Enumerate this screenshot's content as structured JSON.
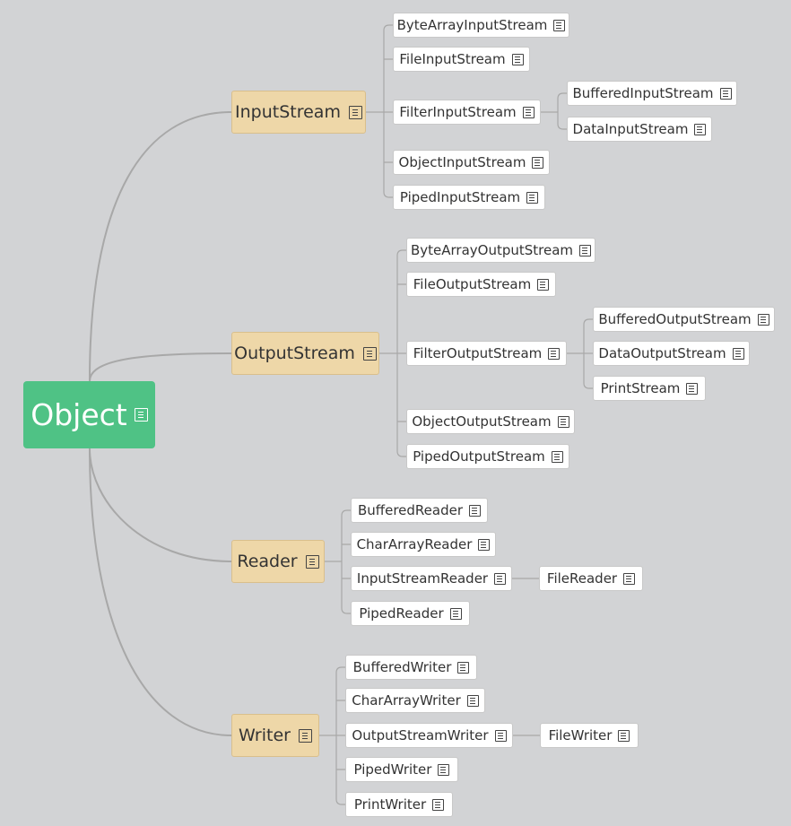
{
  "root": {
    "label": "Object",
    "note_icon": "note-icon"
  },
  "branches": {
    "input": {
      "label": "InputStream",
      "children": [
        "ByteArrayInputStream",
        "FileInputStream",
        "FilterInputStream",
        "ObjectInputStream",
        "PipedInputStream"
      ],
      "filter_children": [
        "BufferedInputStream",
        "DataInputStream"
      ]
    },
    "output": {
      "label": "OutputStream",
      "children": [
        "ByteArrayOutputStream",
        "FileOutputStream",
        "FilterOutputStream",
        "ObjectOutputStream",
        "PipedOutputStream"
      ],
      "filter_children": [
        "BufferedOutputStream",
        "DataOutputStream",
        "PrintStream"
      ]
    },
    "reader": {
      "label": "Reader",
      "children": [
        "BufferedReader",
        "CharArrayReader",
        "InputStreamReader",
        "PipedReader"
      ],
      "sub_children": [
        "FileReader"
      ]
    },
    "writer": {
      "label": "Writer",
      "children": [
        "BufferedWriter",
        "CharArrayWriter",
        "OutputStreamWriter",
        "PipedWriter",
        "PrintWriter"
      ],
      "sub_children": [
        "FileWriter"
      ]
    }
  },
  "colors": {
    "background": "#d2d3d5",
    "root_fill": "#4fc285",
    "main_fill": "#eed7a8",
    "leaf_fill": "#ffffff",
    "connector": "#aaaaaa"
  }
}
